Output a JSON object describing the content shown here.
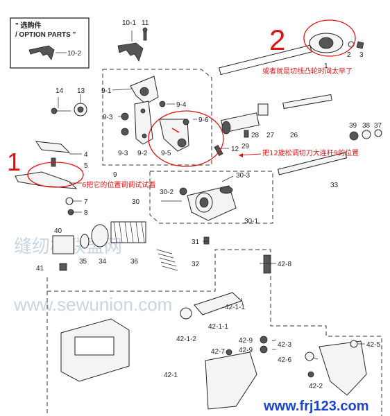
{
  "option_box": {
    "title_line1": "\" 选购件",
    "title_line2": "/ OPTION PARTS \"",
    "part_label": "10-2"
  },
  "labels": {
    "p10_1": "10-1",
    "p11": "11",
    "p13": "13",
    "p14": "14",
    "p9_1": "9-1",
    "p9_4": "9-4",
    "p9_3a": "9-3",
    "p9_3b": "9-3",
    "p9_2": "9-2",
    "p9_5": "9-5",
    "p9_6": "9-6",
    "p12": "12",
    "p9": "9",
    "p4": "4",
    "p5": "5",
    "p6": "6",
    "p7": "7",
    "p8": "8",
    "p1": "1",
    "p2": "2",
    "p3": "3",
    "p26": "26",
    "p27": "27",
    "p28": "28",
    "p29": "29",
    "p33": "33",
    "p39": "39",
    "p38": "38",
    "p37": "37",
    "p30": "30",
    "p30_1": "30-1",
    "p30_2": "30-2",
    "p30_3": "30-3",
    "p31": "31",
    "p32": "32",
    "p40": "40",
    "p35": "35",
    "p34": "34",
    "p36": "36",
    "p41": "41",
    "p42_8": "42-8",
    "p42_1_1": "42-1-1",
    "p42_1_2": "42-1-2",
    "p42_1": "42-1",
    "p42_9a": "42-9",
    "p42_9b": "42-9",
    "p42_7": "42-7",
    "p42_3": "42-3",
    "p42_6": "42-6",
    "p42_5": "42-5",
    "p42_2": "42-2"
  },
  "annotations": {
    "marker1": "1",
    "marker2": "2",
    "note_top": "或者就是切线凸轮时间太早了",
    "note_right": "把12旋松调切刀大连杆9的位置",
    "note_left": "6把它的位置调调试试看"
  },
  "watermark": {
    "line1": "缝纫机联盟网",
    "line2": "www.sewunion.com"
  },
  "footer": {
    "url": "www.frj123.com"
  },
  "colors": {
    "annotation": "#e01010",
    "footer_url": "#1a44cc",
    "watermark": "#c8d4e0"
  }
}
